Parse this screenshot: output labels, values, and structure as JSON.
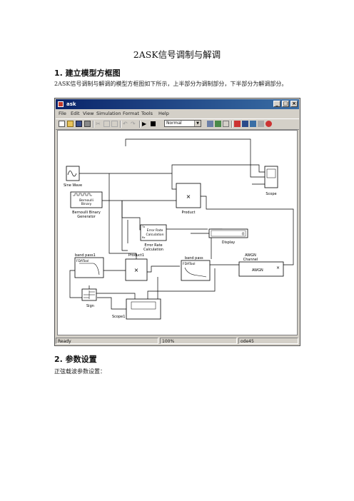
{
  "document": {
    "title": "2ASK信号调制与解调",
    "section1": {
      "heading": "1.   建立模型方框图",
      "paragraph": "2ASK信号调制与解调的模型方框图如下所示，上半部分为调制部分，下半部分为解调部分。"
    },
    "section2": {
      "heading": "2.   参数设置",
      "paragraph": "正弦载波参数设置："
    }
  },
  "window": {
    "title": "ask",
    "menus": [
      "File",
      "Edit",
      "View",
      "Simulation",
      "Format",
      "Tools",
      "Help"
    ],
    "sim_mode": "Normal",
    "status": {
      "state": "Ready",
      "zoom": "100%",
      "solver": "ode45"
    }
  },
  "blocks": {
    "sine_wave": "Sine Wave",
    "bernoulli_icon": [
      "Bernoulli",
      "Binary"
    ],
    "bernoulli_label": [
      "Bernoulli Binary",
      "Generator"
    ],
    "product": "Product",
    "product1": "Product1",
    "multiply_symbol": "×",
    "scope": "Scope",
    "scope1": "Scope1",
    "err_icon": [
      "Error Rate",
      "Calculation"
    ],
    "err_ports": [
      "Tx",
      "Rx"
    ],
    "err_label": [
      "Error Rate",
      "Calculation"
    ],
    "display": "Display",
    "display_value": "0",
    "band_pass1": "band pass1",
    "band_pass": "band pass",
    "fdatool": "FDATool",
    "awgn_label": [
      "AWGN",
      "Channel"
    ],
    "awgn_icon": "AWGN",
    "sign": "Sign"
  },
  "colors": {
    "title_bar_start": "#0a246a",
    "title_bar_end": "#3a6ea5",
    "window_face": "#d4d0c8"
  }
}
